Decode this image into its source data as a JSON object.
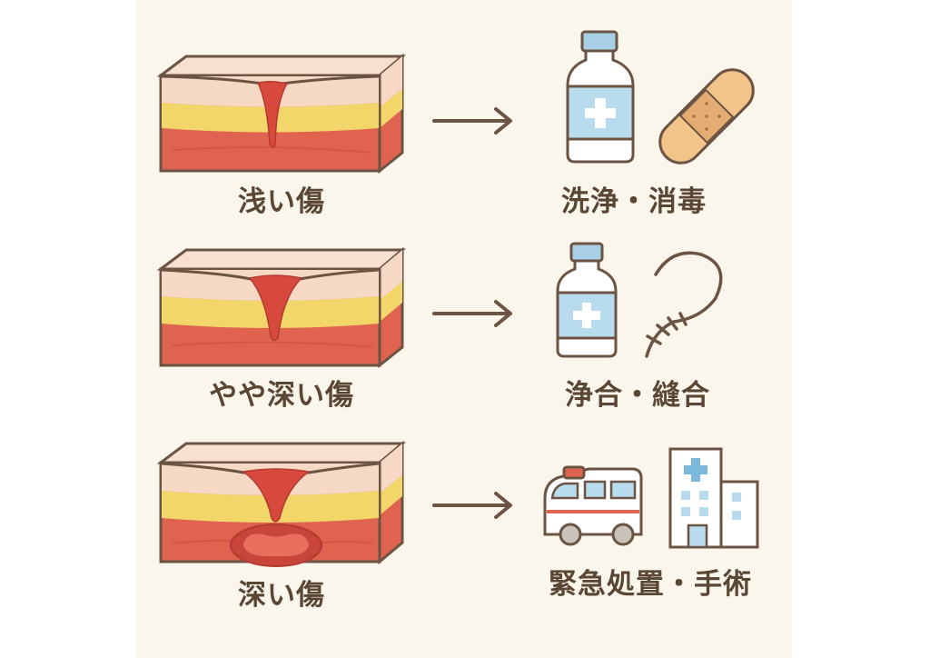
{
  "rows": [
    {
      "wound_label": "浅い傷",
      "treatment_label": "洗浄・消毒",
      "icons": [
        "bottle-icon",
        "bandage-icon"
      ]
    },
    {
      "wound_label": "やや深い傷",
      "treatment_label": "浄合・縫合",
      "icons": [
        "bottle-icon",
        "suture-icon"
      ]
    },
    {
      "wound_label": "深い傷",
      "treatment_label": "緊急処置・手術",
      "icons": [
        "ambulance-icon",
        "hospital-icon"
      ]
    }
  ],
  "colors": {
    "background": "#fbf6ec",
    "outline": "#6b5443",
    "skin_top": "#f6d9c4",
    "fat_yellow": "#f3d66a",
    "muscle_red": "#e0634f",
    "wound": "#d7493d",
    "bottle_label": "#b9dbee",
    "bandage": "#f2c48a",
    "arrow": "#6b5443"
  }
}
